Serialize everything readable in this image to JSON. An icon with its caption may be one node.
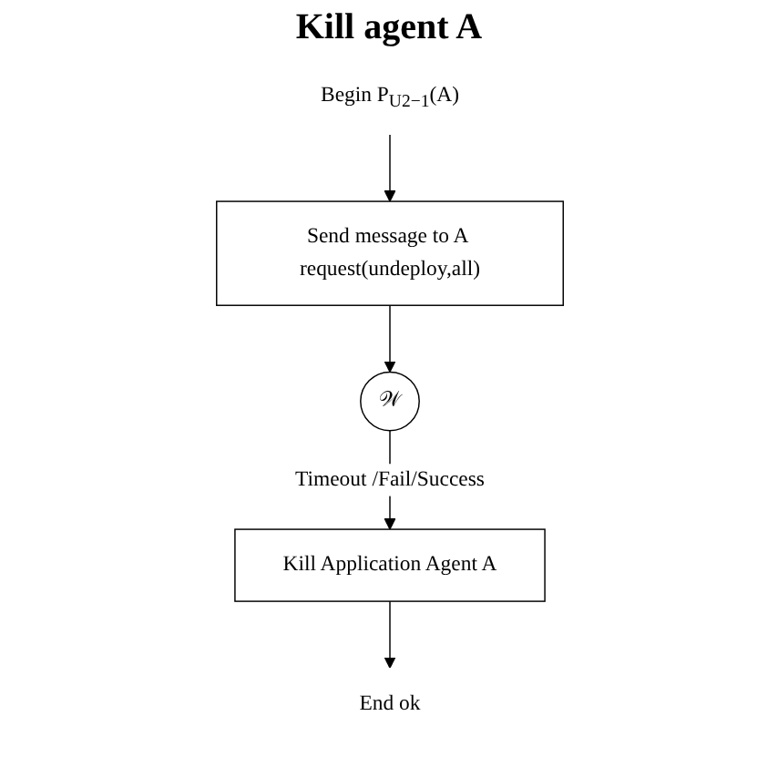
{
  "diagram": {
    "title": "Kill agent A",
    "nodes": [
      {
        "text": [
          "Begin P$_{U2−1}$(A)"
        ]
      },
      {
        "text": [
          "Send message to A request(undeploy,all)"
        ]
      },
      {
        "text": [
          "𝒲"
        ]
      },
      {
        "text": [
          "Kill Application Agent A"
        ]
      },
      {
        "text": [
          "End ok"
        ]
      }
    ],
    "edges": [
      {
        "from": 0,
        "to": 1,
        "arrow": "to"
      },
      {
        "from": 1,
        "to": 2,
        "arrow": "to"
      },
      {
        "from": 2,
        "to": 3,
        "arrow": "to",
        "label": "Timeout /Fail/Success"
      },
      {
        "from": 3,
        "to": 4,
        "arrow": "to"
      }
    ]
  }
}
